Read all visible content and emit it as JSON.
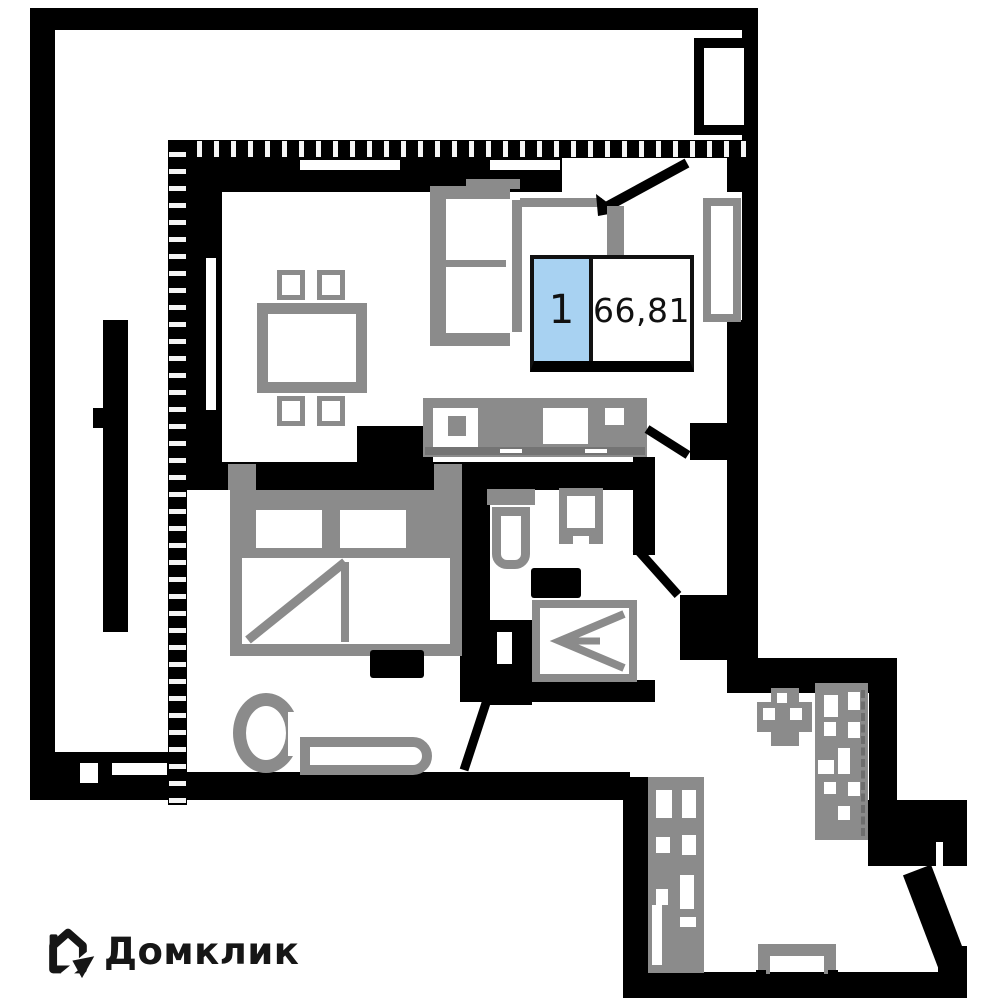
{
  "plan": {
    "unit_badge": {
      "rooms": "1",
      "area": "66,81"
    },
    "logo": {
      "text": "Домклик"
    },
    "colors": {
      "wall": "#000000",
      "furniture": "#8b8b8b",
      "badge_fill": "#a8d2f2",
      "badge_border": "#111111",
      "background": "#ffffff",
      "logo_color": "#161616"
    }
  }
}
